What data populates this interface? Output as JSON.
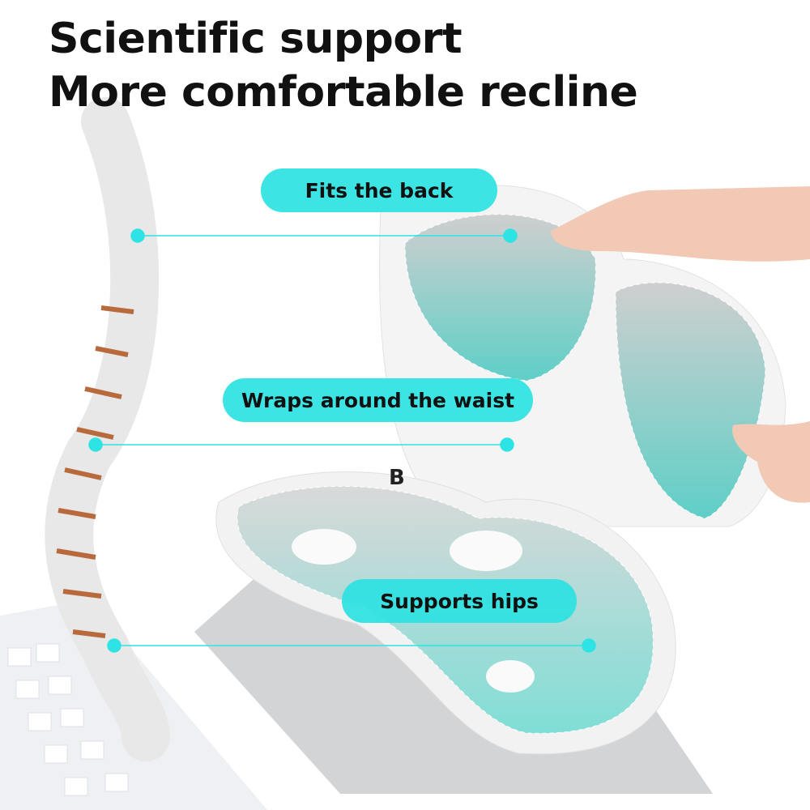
{
  "headline": {
    "line1": "Scientific support",
    "line2": "More comfortable recline"
  },
  "callouts": [
    {
      "label": "Fits the back"
    },
    {
      "label": "Wraps around the waist"
    },
    {
      "label": "Supports hips"
    }
  ],
  "colors": {
    "accent": "#2ee3e3",
    "mesh": "#7fd6cf",
    "shell": "#f2f2f2"
  }
}
